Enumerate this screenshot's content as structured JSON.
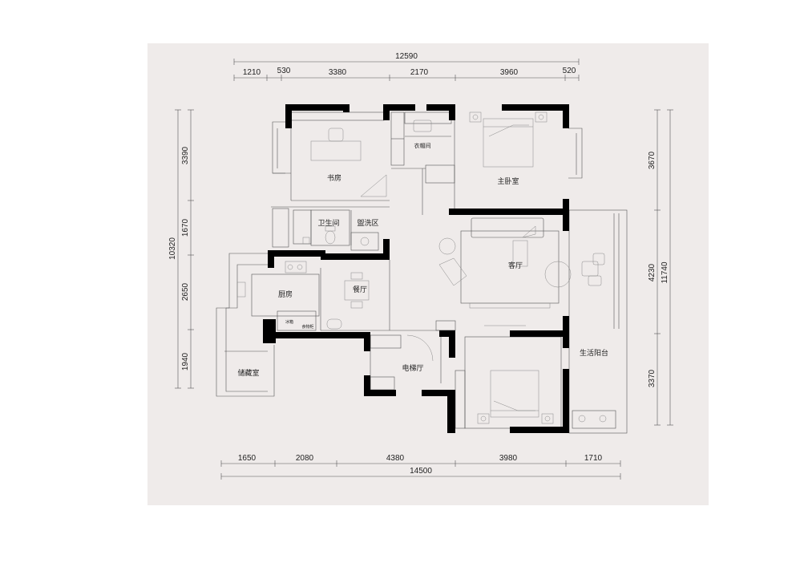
{
  "colors": {
    "panel": "#efebea",
    "wall": "#000000",
    "line": "#555555"
  },
  "dimensions": {
    "top_total": "12590",
    "top_segments": [
      "1210",
      "530",
      "3380",
      "2170",
      "3960",
      "520"
    ],
    "bottom_total": "14500",
    "bottom_segments": [
      "1650",
      "2080",
      "4380",
      "3980",
      "1710"
    ],
    "left_total": "10320",
    "left_segments": [
      "3390",
      "1670",
      "2650",
      "1940"
    ],
    "right_total": "11740",
    "right_segments": [
      "3670",
      "4230",
      "3370"
    ]
  },
  "rooms": {
    "study": "书房",
    "cloakroom": "衣帽间",
    "master_bedroom": "主卧室",
    "bathroom": "卫生间",
    "washing_area": "盥洗区",
    "living_room": "客厅",
    "kitchen": "厨房",
    "dining_room": "餐厅",
    "fridge": "冰箱",
    "pantry": "食物柜",
    "storage_room": "储藏室",
    "elevator_hall": "电梯厅",
    "balcony": "生活阳台"
  }
}
